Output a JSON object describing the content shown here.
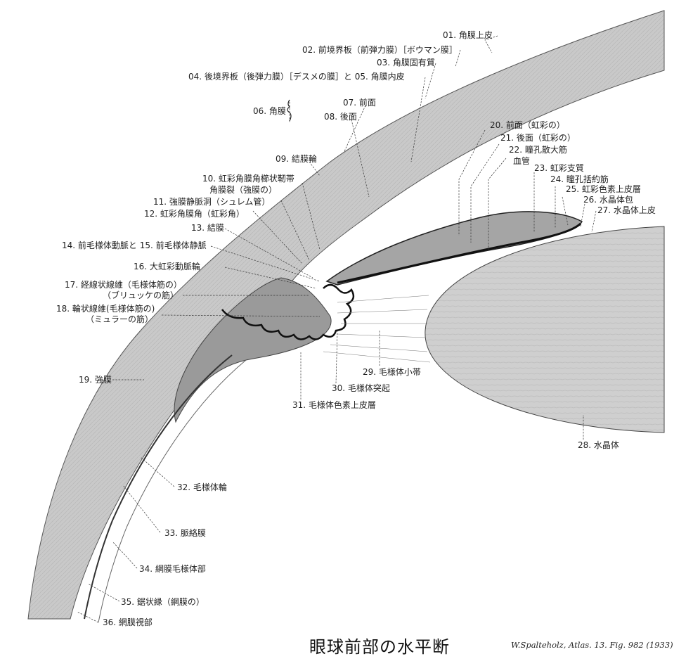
{
  "labels": {
    "l01": "01. 角膜上皮",
    "l02": "02. 前境界板（前弾力膜）［ボウマン膜］",
    "l03": "03. 角膜固有質",
    "l04": "04. 後境界板（後弾力膜）［デスメの膜］と 05. 角膜内皮",
    "l06": "06. 角膜",
    "l07": "07. 前面",
    "l08": "08. 後面",
    "l09": "09. 結膜輪",
    "l10a": "10. 虹彩角膜角櫛状靭帯",
    "l10b": "角膜裂（強膜の）",
    "l11": "11. 強膜静脈洞（シュレム管）",
    "l12": "12. 虹彩角膜角（虹彩角）",
    "l13": "13. 結膜",
    "l14": "14. 前毛様体動脈と 15. 前毛様体静脈",
    "l16": "16. 大虹彩動脈輪",
    "l17a": "17. 経線状線維（毛様体筋の）",
    "l17b": "（ブリュッケの筋）",
    "l18a": "18. 輪状線維(毛様体筋の)",
    "l18b": "（ミュラーの筋）",
    "l19": "19. 強膜",
    "l20": "20. 前面（虹彩の）",
    "l21": "21. 後面（虹彩の）",
    "l22a": "22. 瞳孔散大筋",
    "l22b": "血管",
    "l23": "23. 虹彩支質",
    "l24": "24. 瞳孔括約筋",
    "l25": "25. 虹彩色素上皮層",
    "l26": "26. 水晶体包",
    "l27": "27. 水晶体上皮",
    "l28": "28. 水晶体",
    "l29": "29. 毛様体小帯",
    "l30": "30. 毛様体突起",
    "l31": "31. 毛様体色素上皮層",
    "l32": "32. 毛様体輪",
    "l33": "33. 脈絡膜",
    "l34": "34. 網膜毛様体部",
    "l35": "35. 鋸状縁（網膜の）",
    "l36": "36. 網膜視部"
  },
  "caption": {
    "title": "眼球前部の水平断",
    "credit": "W.Spalteholz, Atlas. 13. Fig. 982 (1933)"
  }
}
